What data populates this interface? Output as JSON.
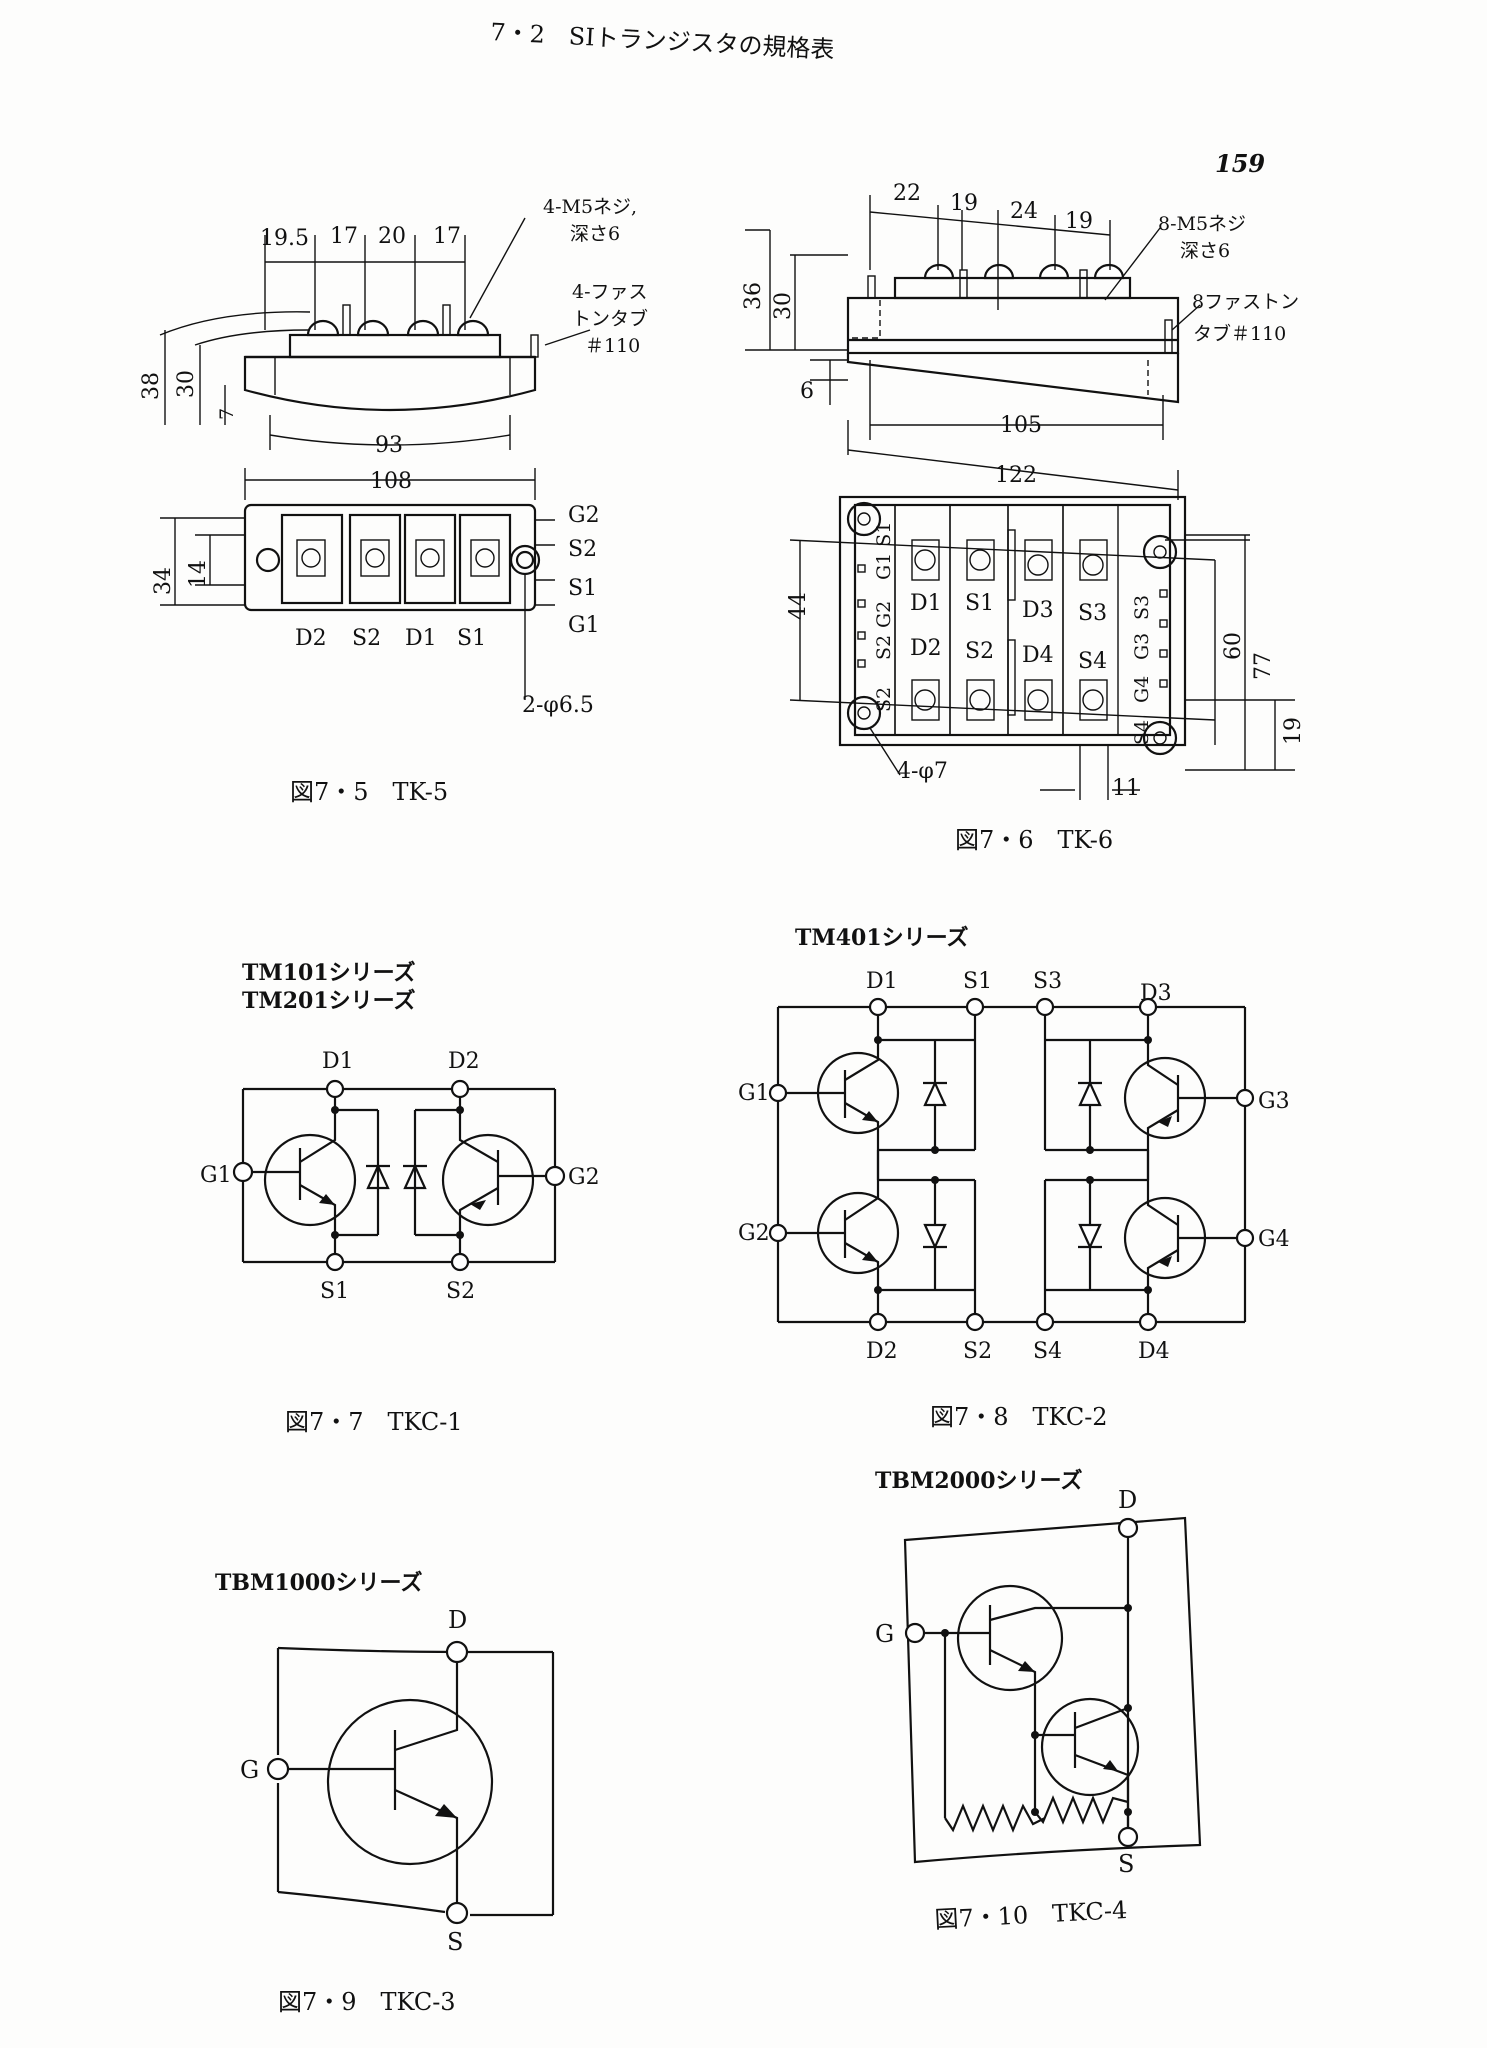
{
  "header": {
    "section": "7・2　SIトランジスタの規格表",
    "page_number": "159"
  },
  "fig_tk5": {
    "dims": [
      "19.5",
      "17",
      "20",
      "17",
      "38",
      "30",
      "7",
      "93",
      "108",
      "34",
      "14"
    ],
    "notes": [
      "4-M5ネジ,",
      "深さ6",
      "4-ファス",
      "トンタブ",
      "＃110"
    ],
    "pins_right": [
      "G2",
      "S2",
      "S1",
      "G1"
    ],
    "pins_bottom": [
      "D2",
      "S2",
      "D1",
      "S1"
    ],
    "hole_note": "2-φ6.5"
  },
  "fig_tk6": {
    "dims": [
      "22",
      "19",
      "24",
      "19",
      "36",
      "30",
      "6",
      "105",
      "122",
      "44",
      "60",
      "77",
      "19",
      "11"
    ],
    "notes": [
      "8-M5ネジ",
      "深さ6",
      "8ファストン",
      "タブ＃110"
    ],
    "pins_top": [
      "D1",
      "S1",
      "D3",
      "S3"
    ],
    "pins_bottom": [
      "D2",
      "S2",
      "D4",
      "S4"
    ],
    "pins_left": [
      "G1 S1",
      "G2",
      "S2",
      "S2"
    ],
    "pins_right": [
      "S3",
      "G3",
      "G4",
      "S4"
    ],
    "hole_note": "4-φ7"
  },
  "fig_tkc1": {
    "series": [
      "TM101シリーズ",
      "TM201シリーズ"
    ],
    "terminals": [
      "D1",
      "D2",
      "G1",
      "G2",
      "S1",
      "S2"
    ]
  },
  "fig_tkc2": {
    "series": "TM401シリーズ",
    "terminals": [
      "D1",
      "S1",
      "S3",
      "D3",
      "G1",
      "G3",
      "G2",
      "G4",
      "D2",
      "S2",
      "S4",
      "D4"
    ]
  },
  "fig_tkc3": {
    "series": "TBM1000シリーズ",
    "terminals": [
      "D",
      "G",
      "S"
    ]
  },
  "fig_tkc4": {
    "series": "TBM2000シリーズ",
    "terminals": [
      "D",
      "G",
      "S"
    ]
  },
  "captions": {
    "fig_7_5": "図7・5　TK-5",
    "fig_7_6": "図7・6　TK-6",
    "fig_7_7": "図7・7　TKC-1",
    "fig_7_8": "図7・8　TKC-2",
    "fig_7_9": "図7・9　TKC-3",
    "fig_7_10": "図7・10　TKC-4"
  }
}
